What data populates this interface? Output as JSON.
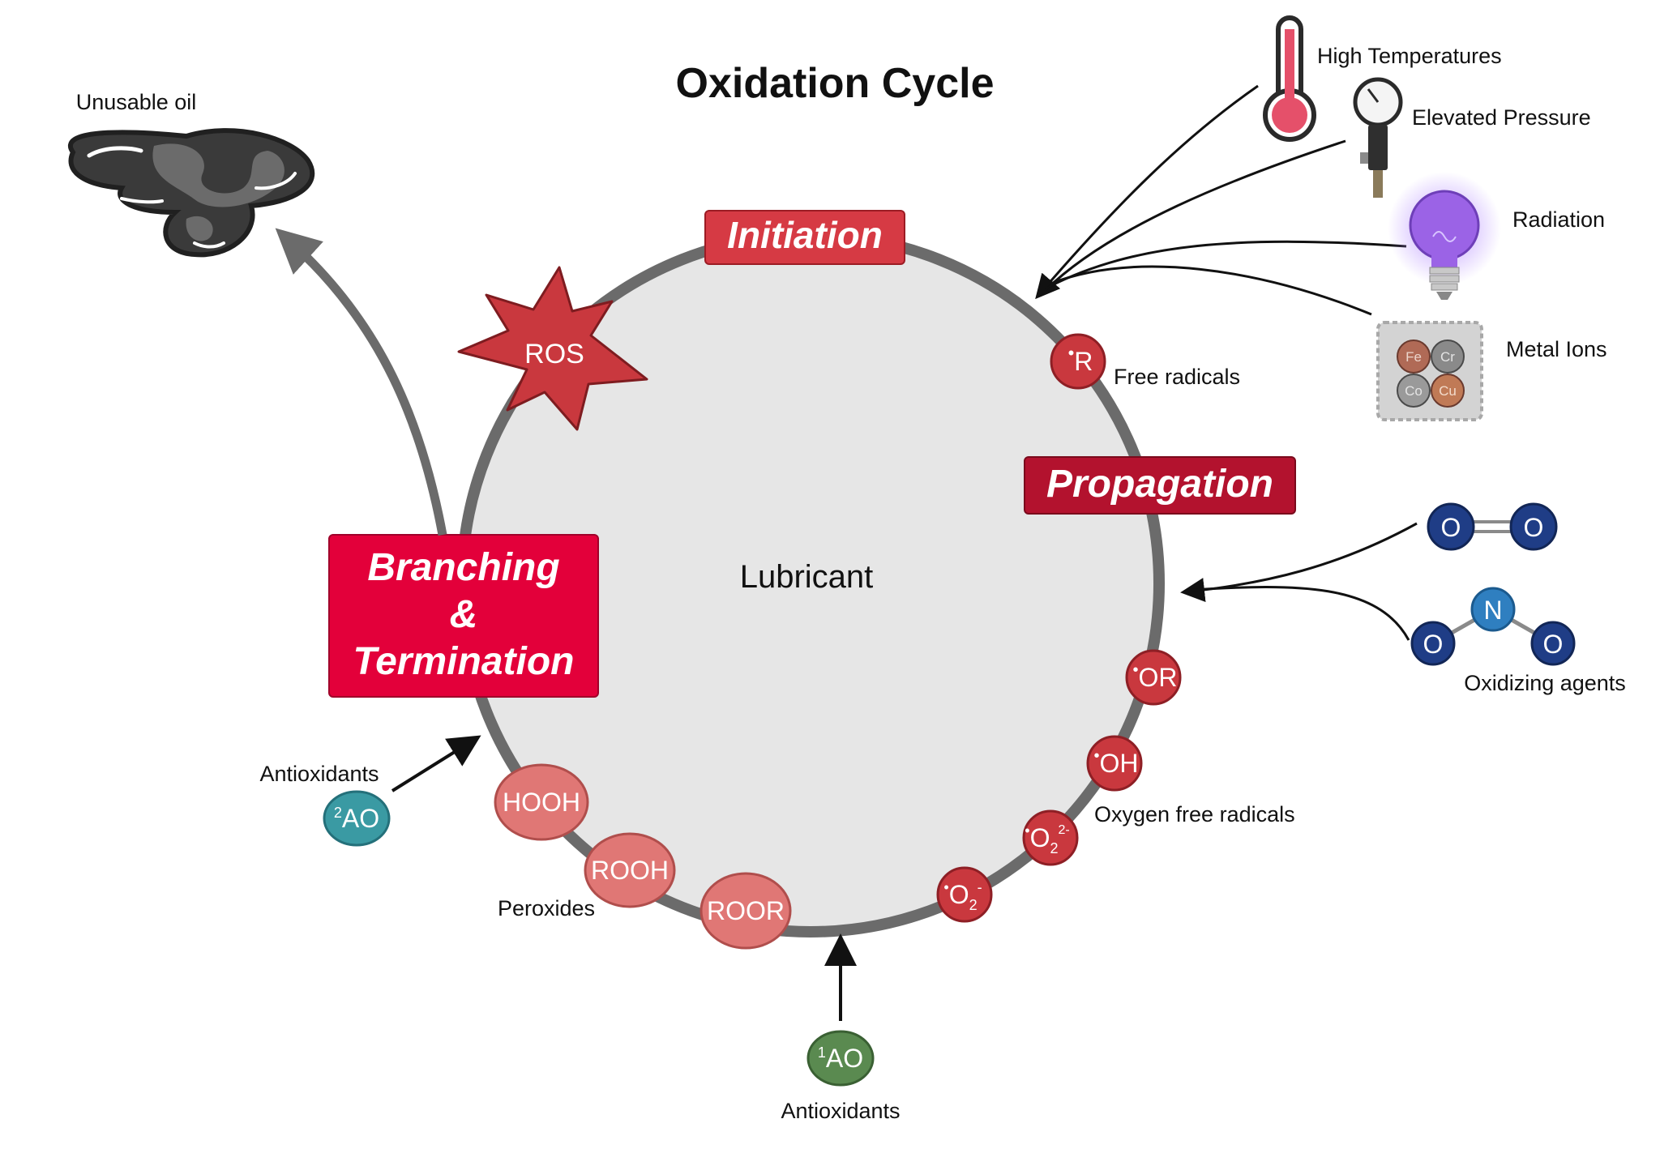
{
  "title": "Oxidation Cycle",
  "center_label": "Lubricant",
  "stages": {
    "initiation": "Initiation",
    "propagation": "Propagation",
    "branching_line1": "Branching",
    "branching_line2": "&",
    "branching_line3": "Termination"
  },
  "ros": "ROS",
  "free_radical": {
    "dot": "•",
    "symbol": "R",
    "label": "Free radicals"
  },
  "factors": {
    "temperature": "High Temperatures",
    "pressure": "Elevated Pressure",
    "radiation": "Radiation",
    "metal_ions": "Metal Ions",
    "metals": [
      "Fe",
      "Cr",
      "Co",
      "Cu"
    ]
  },
  "oxidizing_agents": {
    "label": "Oxidizing agents",
    "o2_atoms": [
      "O",
      "O"
    ],
    "no2_atoms": [
      "O",
      "N",
      "O"
    ]
  },
  "oxygen_radicals": {
    "label": "Oxygen free radicals",
    "items": [
      {
        "dot": "•",
        "base": "OR",
        "sub": "",
        "sup": ""
      },
      {
        "dot": "•",
        "base": "OH",
        "sub": "",
        "sup": ""
      },
      {
        "dot": "•",
        "base": "O",
        "sub": "2",
        "sup": "2-"
      },
      {
        "dot": "•",
        "base": "O",
        "sub": "2",
        "sup": "-"
      }
    ]
  },
  "peroxides": {
    "label": "Peroxides",
    "items": [
      "HOOH",
      "ROOH",
      "ROOR"
    ]
  },
  "antioxidant_1": {
    "sup": "1",
    "symbol": "AO",
    "label": "Antioxidants"
  },
  "antioxidant_2": {
    "sup": "2",
    "symbol": "AO",
    "label": "Antioxidants"
  },
  "unusable_oil": "Unusable oil",
  "colors": {
    "ring": "#6b6b6b",
    "center_fill": "#e6e6e6",
    "initiation_box": "#d63a44",
    "propagation_box": "#b3122e",
    "branching_box": "#e3003a",
    "radical": "#c9383e",
    "peroxide": "#e07775",
    "ao1": "#5a8a50",
    "ao2": "#3a9aa3",
    "molecule_blue": "#1f3d86",
    "nitrogen": "#2f7fc0",
    "radiation": "#9b63e6"
  }
}
